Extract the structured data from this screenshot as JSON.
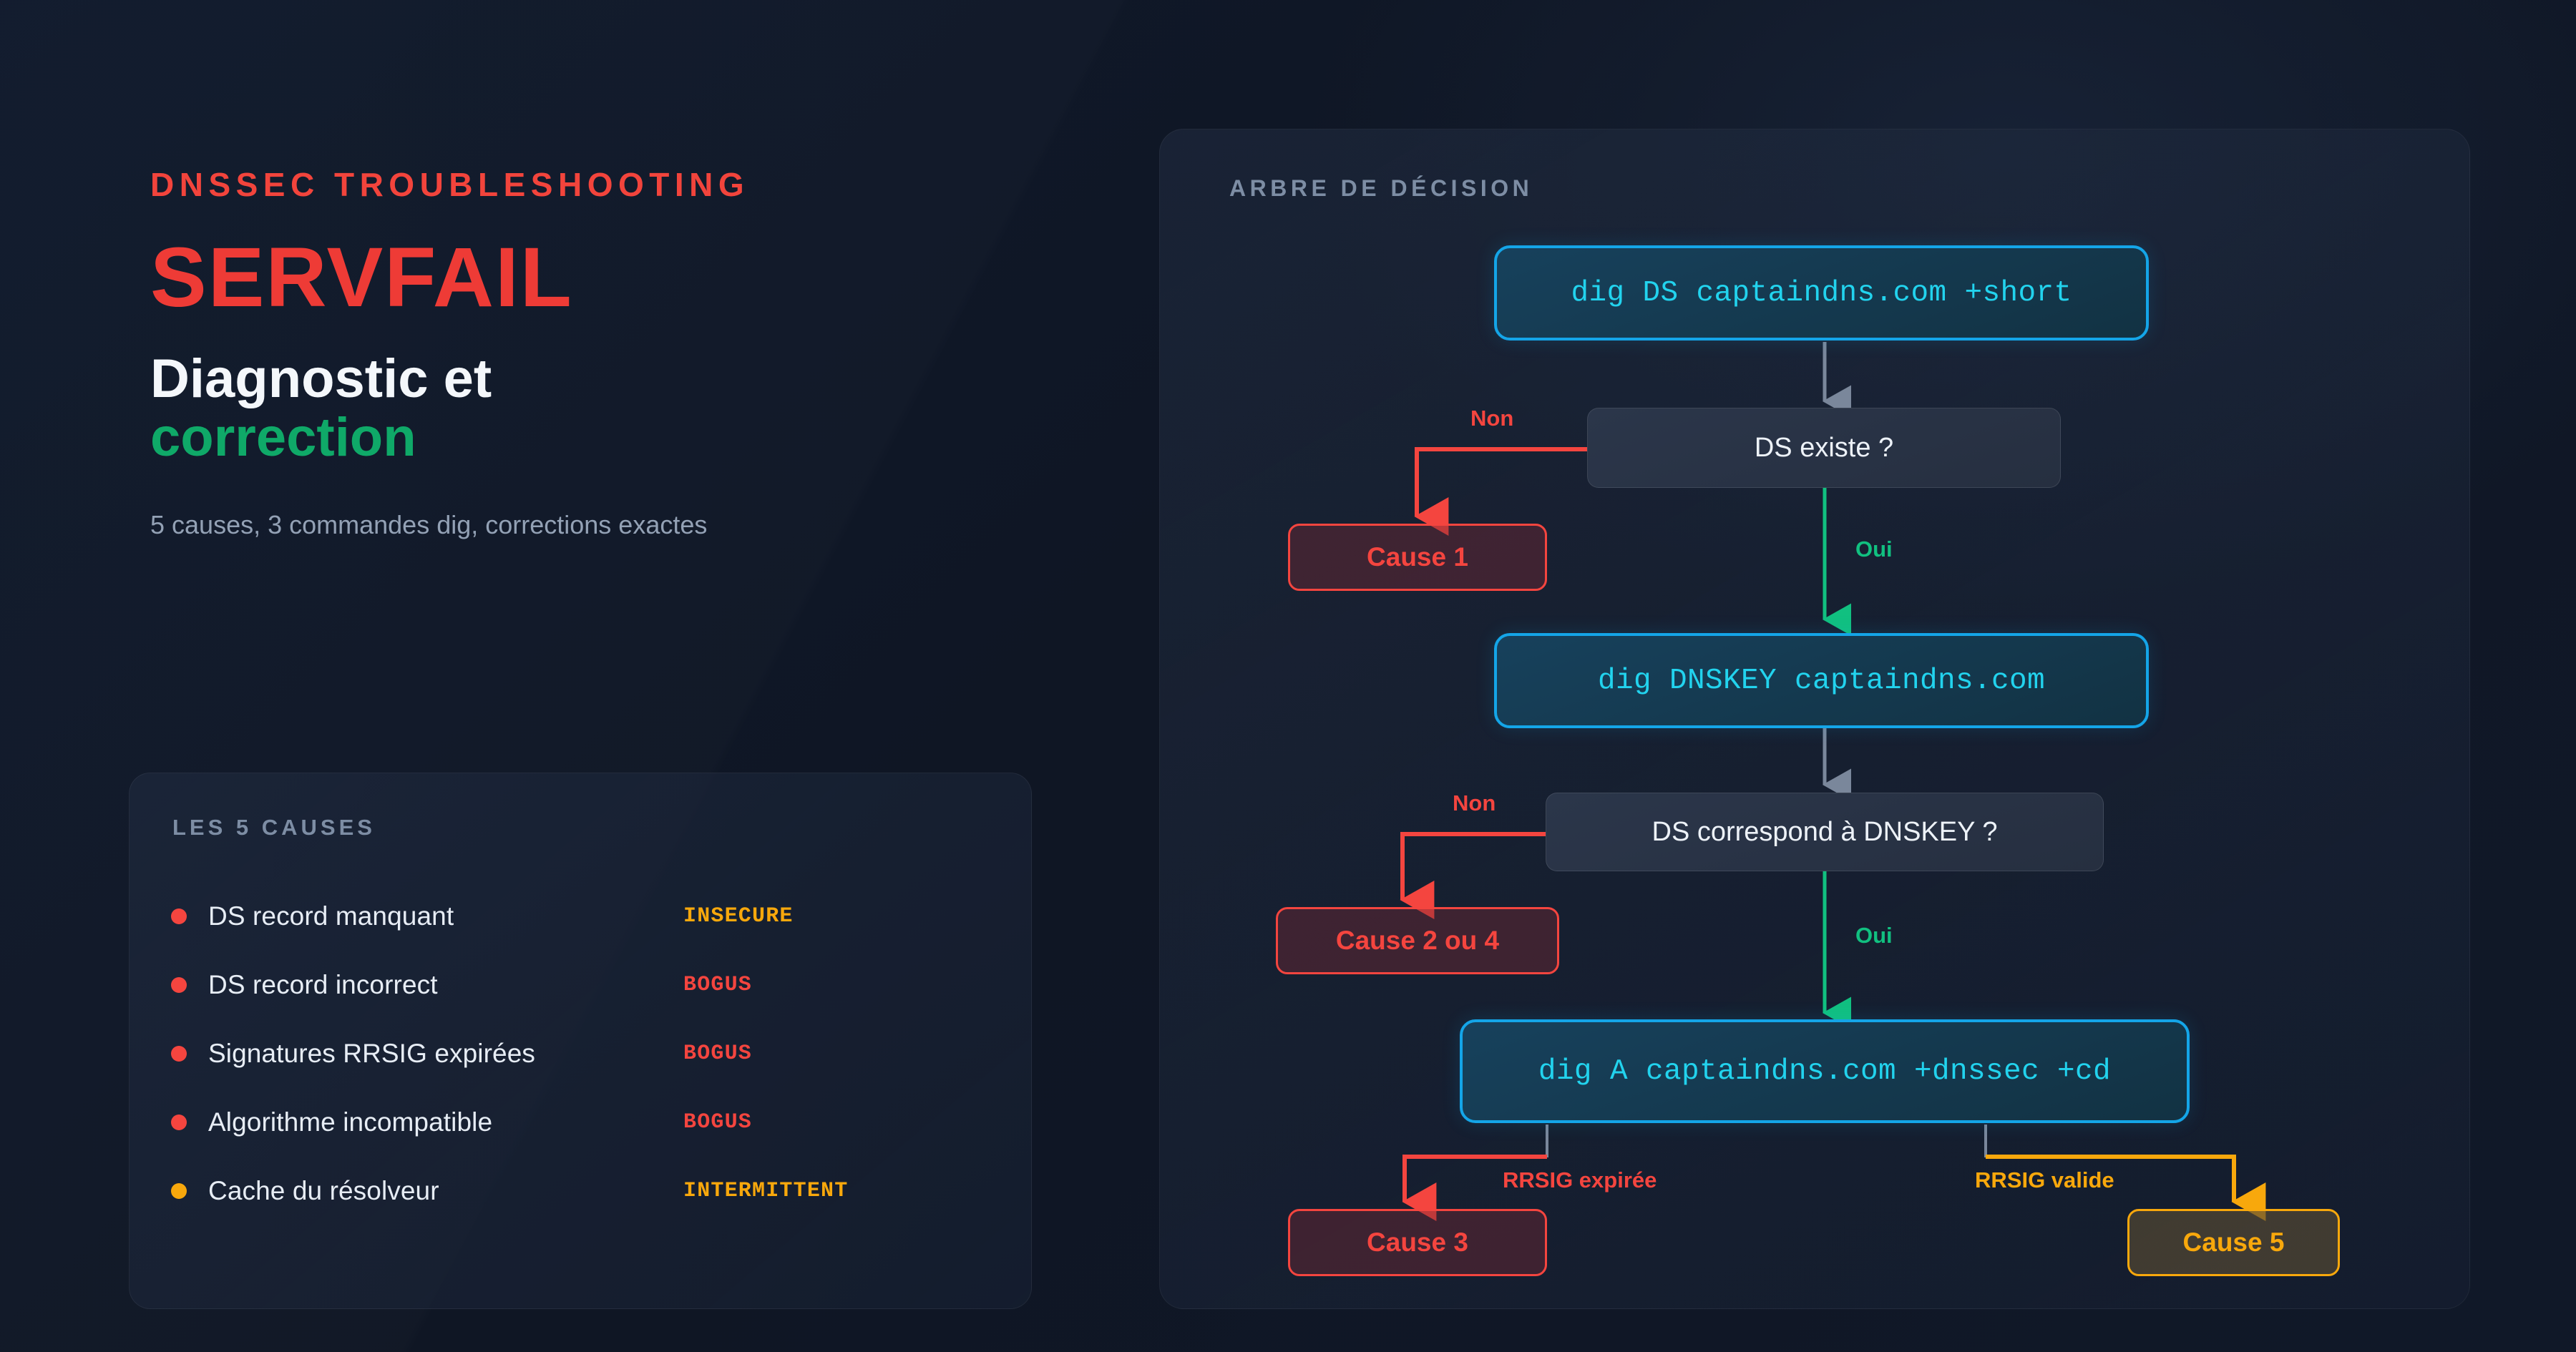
{
  "hero": {
    "eyebrow": "DNSSEC TROUBLESHOOTING",
    "title": "SERVFAIL",
    "subtitle_line1": "Diagnostic et",
    "subtitle_line2": "correction",
    "tagline": "5 causes, 3 commandes dig, corrections exactes"
  },
  "causes_card": {
    "title": "LES 5 CAUSES",
    "items": [
      {
        "label": "DS record manquant",
        "tag": "INSECURE",
        "dot_color": "#f4453f",
        "tag_color": "#f8a80c"
      },
      {
        "label": "DS record incorrect",
        "tag": "BOGUS",
        "dot_color": "#f4453f",
        "tag_color": "#f4453f"
      },
      {
        "label": "Signatures RRSIG expirées",
        "tag": "BOGUS",
        "dot_color": "#f4453f",
        "tag_color": "#f4453f"
      },
      {
        "label": "Algorithme incompatible",
        "tag": "BOGUS",
        "dot_color": "#f4453f",
        "tag_color": "#f4453f"
      },
      {
        "label": "Cache du résolveur",
        "tag": "INTERMITTENT",
        "dot_color": "#f8a80c",
        "tag_color": "#f8a80c"
      }
    ]
  },
  "decision_tree": {
    "title": "ARBRE DE DÉCISION",
    "nodes": {
      "cmd1": "dig DS captaindns.com +short",
      "q1": "DS existe ?",
      "cause1": "Cause 1",
      "cmd2": "dig DNSKEY captaindns.com",
      "q2": "DS correspond à DNSKEY ?",
      "cause2": "Cause 2 ou 4",
      "cmd3": "dig A captaindns.com +dnssec +cd",
      "cause3": "Cause 3",
      "cause5": "Cause 5"
    },
    "edge_labels": {
      "q1_no": "Non",
      "q1_yes": "Oui",
      "q2_no": "Non",
      "q2_yes": "Oui",
      "rrsig_expired": "RRSIG expirée",
      "rrsig_valid": "RRSIG valide"
    }
  },
  "palette": {
    "background": "#101828",
    "accent_red": "#f4453f",
    "accent_green": "#0fa968",
    "accent_cyan": "#22d3ee",
    "accent_blue_border": "#14a5e8",
    "accent_amber": "#f8a80c",
    "flow_green": "#11c080",
    "muted": "#7d8da4"
  }
}
